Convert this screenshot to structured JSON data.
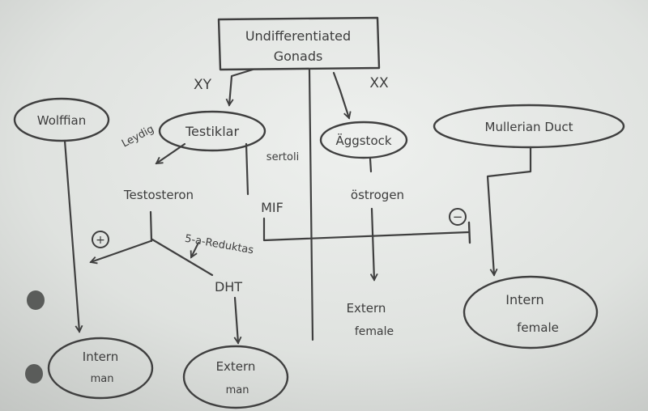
{
  "diagram": {
    "top": {
      "line1": "Undifferentiated",
      "line2": "Gonads"
    },
    "xy_label": "XY",
    "xx_label": "XX",
    "wolffian": "Wolffian",
    "leydig": "Leydig",
    "testicle": "Testiklar",
    "sertoli": "sertoli",
    "ovary": "Äggstock",
    "mullerian": "Mullerian Duct",
    "testosterone": "Testosteron",
    "mif": "MIF",
    "estrogen": "östrogen",
    "reductase": "5-a-Reduktas",
    "plus_sign": "+",
    "minus_sign": "−",
    "dht": "DHT",
    "internal_male": {
      "line1": "Intern",
      "line2": "man"
    },
    "external_male": {
      "line1": "Extern",
      "line2": "man"
    },
    "external_female": {
      "line1": "Extern",
      "line2": "female"
    },
    "internal_female": {
      "line1": "Intern",
      "line2": "female"
    }
  }
}
